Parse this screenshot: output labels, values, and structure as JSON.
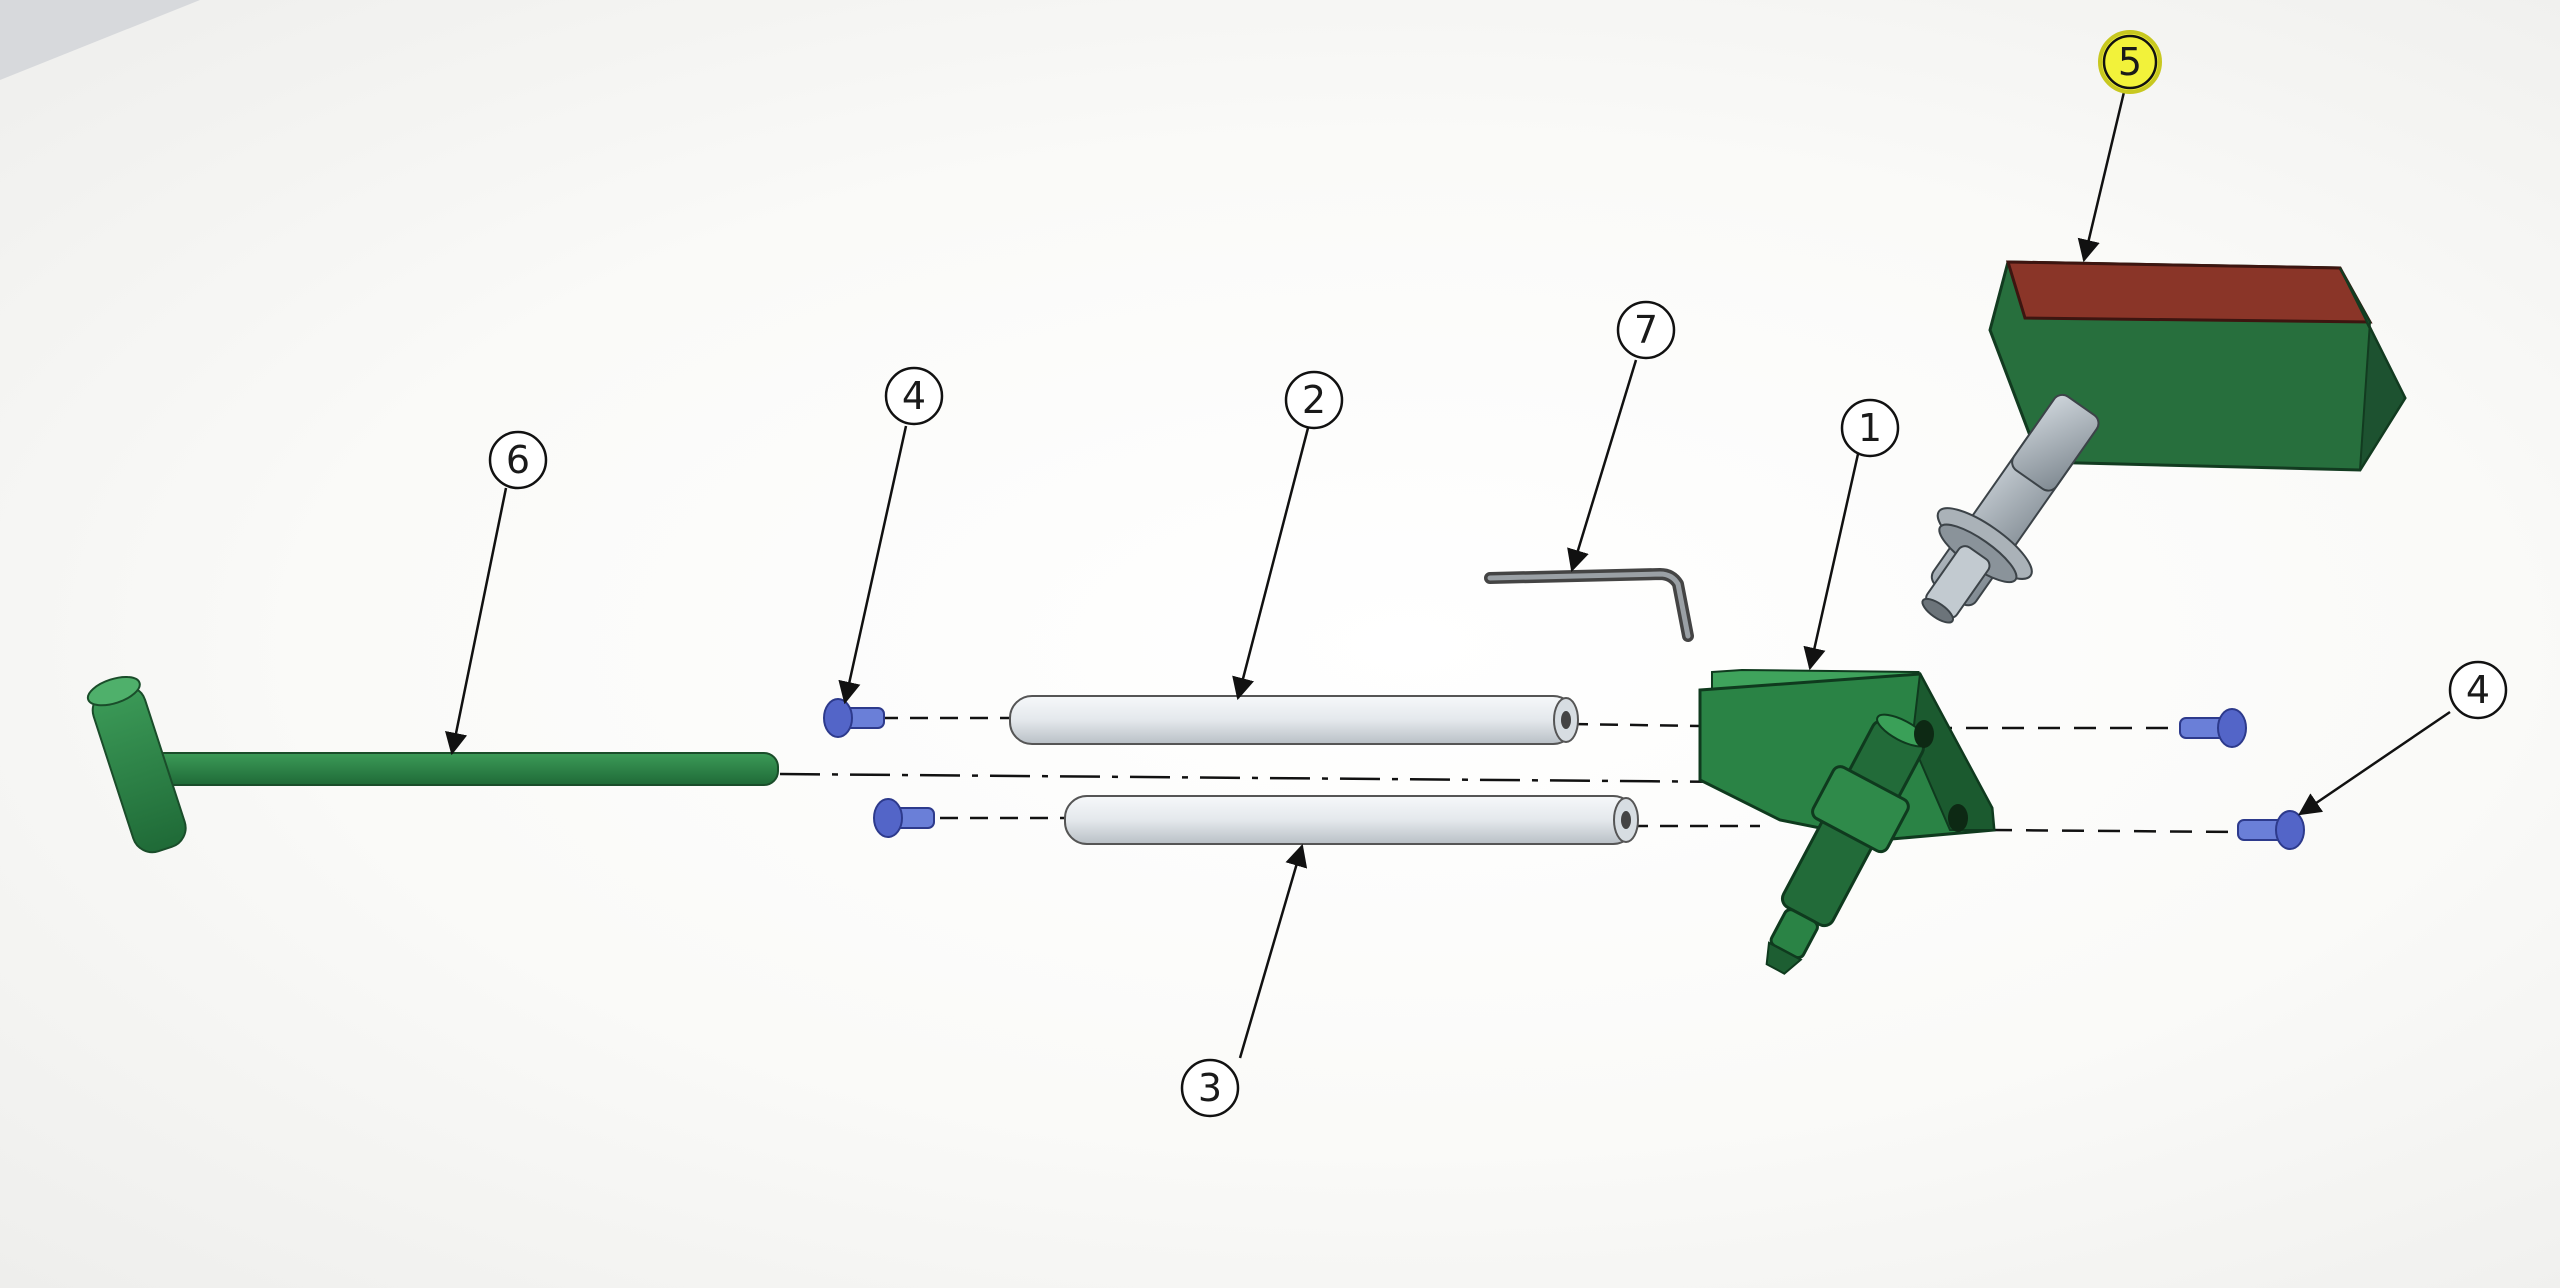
{
  "diagram": {
    "callouts": [
      {
        "id": "c1",
        "label": "1",
        "highlight": false
      },
      {
        "id": "c2",
        "label": "2",
        "highlight": false
      },
      {
        "id": "c3",
        "label": "3",
        "highlight": false
      },
      {
        "id": "c4a",
        "label": "4",
        "highlight": false
      },
      {
        "id": "c4b",
        "label": "4",
        "highlight": false
      },
      {
        "id": "c5",
        "label": "5",
        "highlight": true
      },
      {
        "id": "c6",
        "label": "6",
        "highlight": false
      },
      {
        "id": "c7",
        "label": "7",
        "highlight": false
      }
    ],
    "colors": {
      "part_green": "#2f8a4a",
      "part_green_dark": "#1f5e33",
      "rod_white": "#e8ecef",
      "screw_blue": "#5a6fd0",
      "pad_red": "#8a3a2a",
      "highlight": "#f2f23a",
      "line": "#111111"
    }
  }
}
